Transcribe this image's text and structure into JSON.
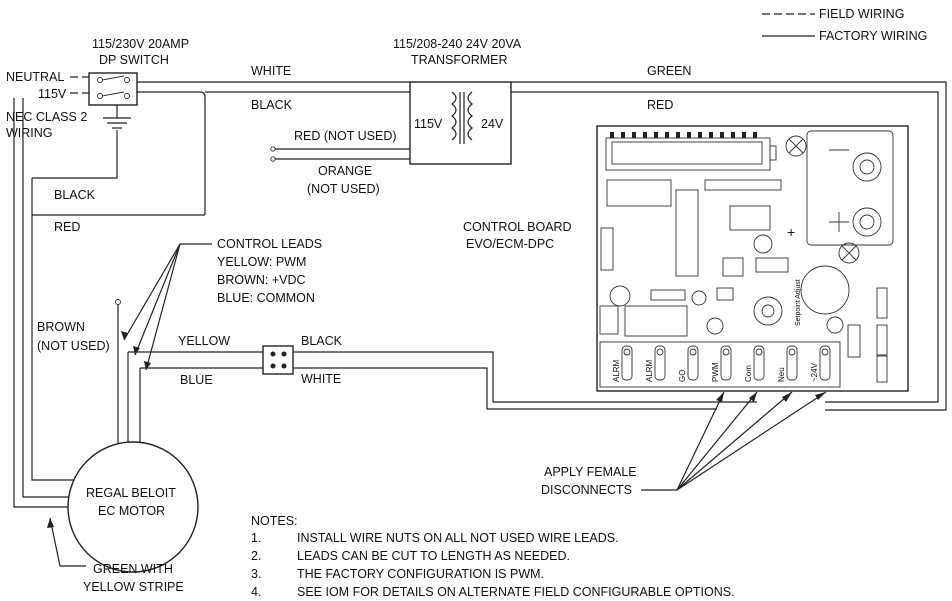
{
  "legend": {
    "field_wiring": "FIELD WIRING",
    "factory_wiring": "FACTORY WIRING"
  },
  "switch": {
    "title_line1": "115/230V 20AMP",
    "title_line2": "DP SWITCH",
    "neutral": "NEUTRAL",
    "v115": "115V",
    "nec_line1": "NEC CLASS 2",
    "nec_line2": "WIRING"
  },
  "transformer": {
    "title_line1": "115/208-240 24V 20VA",
    "title_line2": "TRANSFORMER",
    "primary": "115V",
    "secondary": "24V"
  },
  "wires": {
    "white_top": "WHITE",
    "black_top": "BLACK",
    "green": "GREEN",
    "red_right": "RED",
    "red_not_used": "RED (NOT USED)",
    "orange_line1": "ORANGE",
    "orange_line2": "(NOT USED)",
    "black_left": "BLACK",
    "red_left": "RED",
    "brown_line1": "BROWN",
    "brown_line2": "(NOT USED)",
    "yellow": "YELLOW",
    "blue": "BLUE",
    "black_conn": "BLACK",
    "white_conn": "WHITE"
  },
  "control_leads": {
    "title": "CONTROL LEADS",
    "yellow": "YELLOW: PWM",
    "brown": "BROWN: +VDC",
    "blue": "BLUE: COMMON"
  },
  "control_board": {
    "line1": "CONTROL BOARD",
    "line2": "EVO/ECM-DPC",
    "terminals": [
      "ALRM",
      "ALRM",
      "GO",
      "PWM",
      "Com",
      "Neu",
      "~24V"
    ],
    "setpoint": "Setpoint Adjust"
  },
  "disconnects": {
    "line1": "APPLY FEMALE",
    "line2": "DISCONNECTS"
  },
  "motor": {
    "line1": "REGAL BELOIT",
    "line2": "EC MOTOR"
  },
  "ground": {
    "line1": "GREEN WITH",
    "line2": "YELLOW STRIPE"
  },
  "notes": {
    "heading": "NOTES:",
    "items": [
      {
        "num": "1.",
        "text": "INSTALL WIRE NUTS ON ALL NOT USED WIRE LEADS."
      },
      {
        "num": "2.",
        "text": "LEADS CAN BE CUT TO LENGTH AS NEEDED."
      },
      {
        "num": "3.",
        "text": "THE FACTORY CONFIGURATION IS PWM."
      },
      {
        "num": "4.",
        "text": "SEE IOM FOR DETAILS ON ALTERNATE FIELD CONFIGURABLE OPTIONS."
      }
    ]
  }
}
